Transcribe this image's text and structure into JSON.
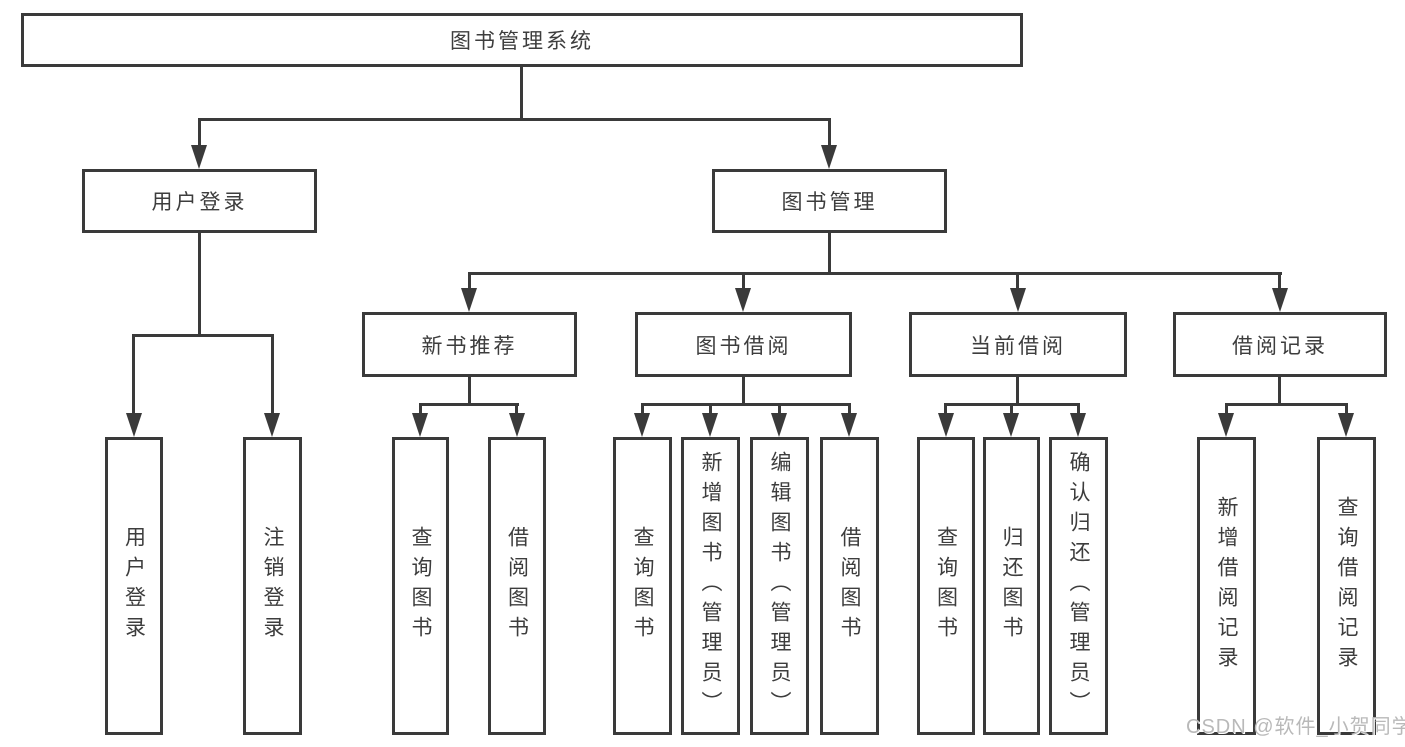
{
  "diagram": {
    "root": {
      "label": "图书管理系统",
      "children": [
        {
          "label": "用户登录",
          "children": [
            {
              "label": "用户登录"
            },
            {
              "label": "注销登录"
            }
          ]
        },
        {
          "label": "图书管理",
          "children": [
            {
              "label": "新书推荐",
              "children": [
                {
                  "label": "查询图书"
                },
                {
                  "label": "借阅图书"
                }
              ]
            },
            {
              "label": "图书借阅",
              "children": [
                {
                  "label": "查询图书"
                },
                {
                  "label": "新增图书（管理员）"
                },
                {
                  "label": "编辑图书（管理员）"
                },
                {
                  "label": "借阅图书"
                }
              ]
            },
            {
              "label": "当前借阅",
              "children": [
                {
                  "label": "查询图书"
                },
                {
                  "label": "归还图书"
                },
                {
                  "label": "确认归还（管理员）"
                }
              ]
            },
            {
              "label": "借阅记录",
              "children": [
                {
                  "label": "新增借阅记录"
                },
                {
                  "label": "查询借阅记录"
                }
              ]
            }
          ]
        }
      ]
    }
  },
  "watermark": "CSDN @软件_小贺同学",
  "colors": {
    "line": "#3a3a3a",
    "text": "#3d3d3d",
    "watermark": "#b9b9b9",
    "background": "#ffffff"
  }
}
